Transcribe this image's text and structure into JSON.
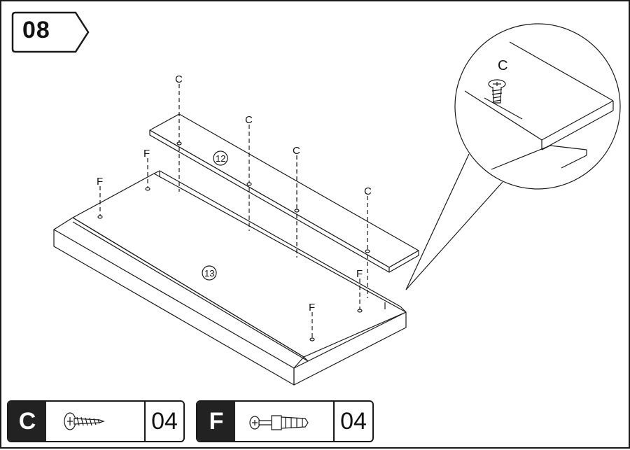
{
  "step": {
    "number": "08"
  },
  "labels": {
    "screw": "C",
    "dowel": "F",
    "part_top": "12",
    "part_bottom": "13"
  },
  "hardware": [
    {
      "letter": "C",
      "quantity": "04",
      "icon": "screw-icon"
    },
    {
      "letter": "F",
      "quantity": "04",
      "icon": "cam-dowel-icon"
    }
  ],
  "colors": {
    "line": "#1a1a1a",
    "badge_fill": "#222222"
  }
}
